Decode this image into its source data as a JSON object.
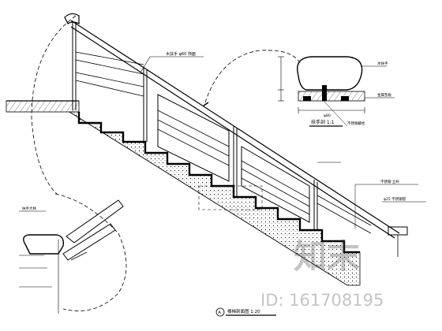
{
  "labels": {
    "rail_note": "木扶手 φ60 饰面",
    "section_title": "扶手剖 1:1",
    "section_note_top": "木扶手",
    "section_note_mid": "金属垫板",
    "section_note_right": "不锈钢螺栓",
    "section_dim": "φ80",
    "post_note": "不锈钢 立杆",
    "post_spec": "φ25 不锈钢管",
    "detail_note": "扶手大样",
    "elevation_title": "楼梯剖面图 1:20",
    "elevation_marker": "A"
  },
  "watermark": {
    "logo_text": "知末",
    "id_text": "ID: 161708195"
  },
  "colors": {
    "ink": "#000000",
    "paper": "#ffffff",
    "watermark": "#8a8a8a"
  }
}
